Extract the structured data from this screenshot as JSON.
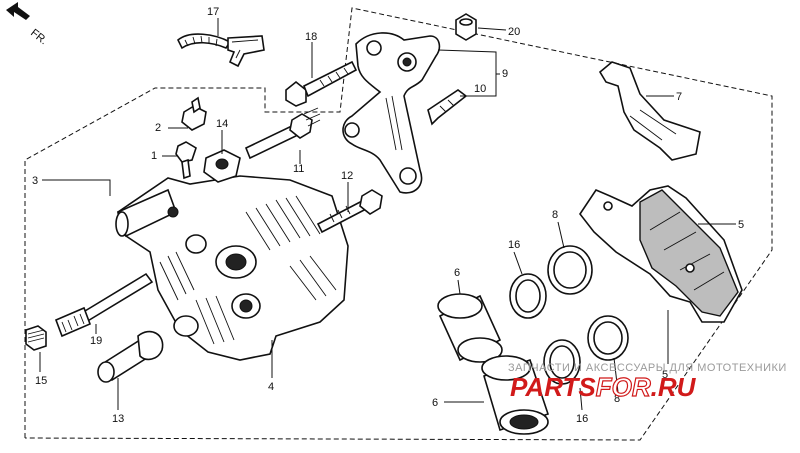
{
  "orientation_marker": "FR.",
  "callouts": [
    "1",
    "2",
    "3",
    "4",
    "5",
    "5",
    "6",
    "6",
    "7",
    "8",
    "8",
    "9",
    "10",
    "11",
    "12",
    "13",
    "14",
    "15",
    "16",
    "16",
    "17",
    "18",
    "19",
    "20"
  ],
  "watermark": {
    "caption": "ЗАПЧАСТИ И АКСЕССУАРЫ ДЛЯ МОТОТЕХНИКИ",
    "brand_main": "PARTS",
    "brand_mid": "FOR",
    "brand_tld": ".RU",
    "color": "#d11a1a"
  }
}
